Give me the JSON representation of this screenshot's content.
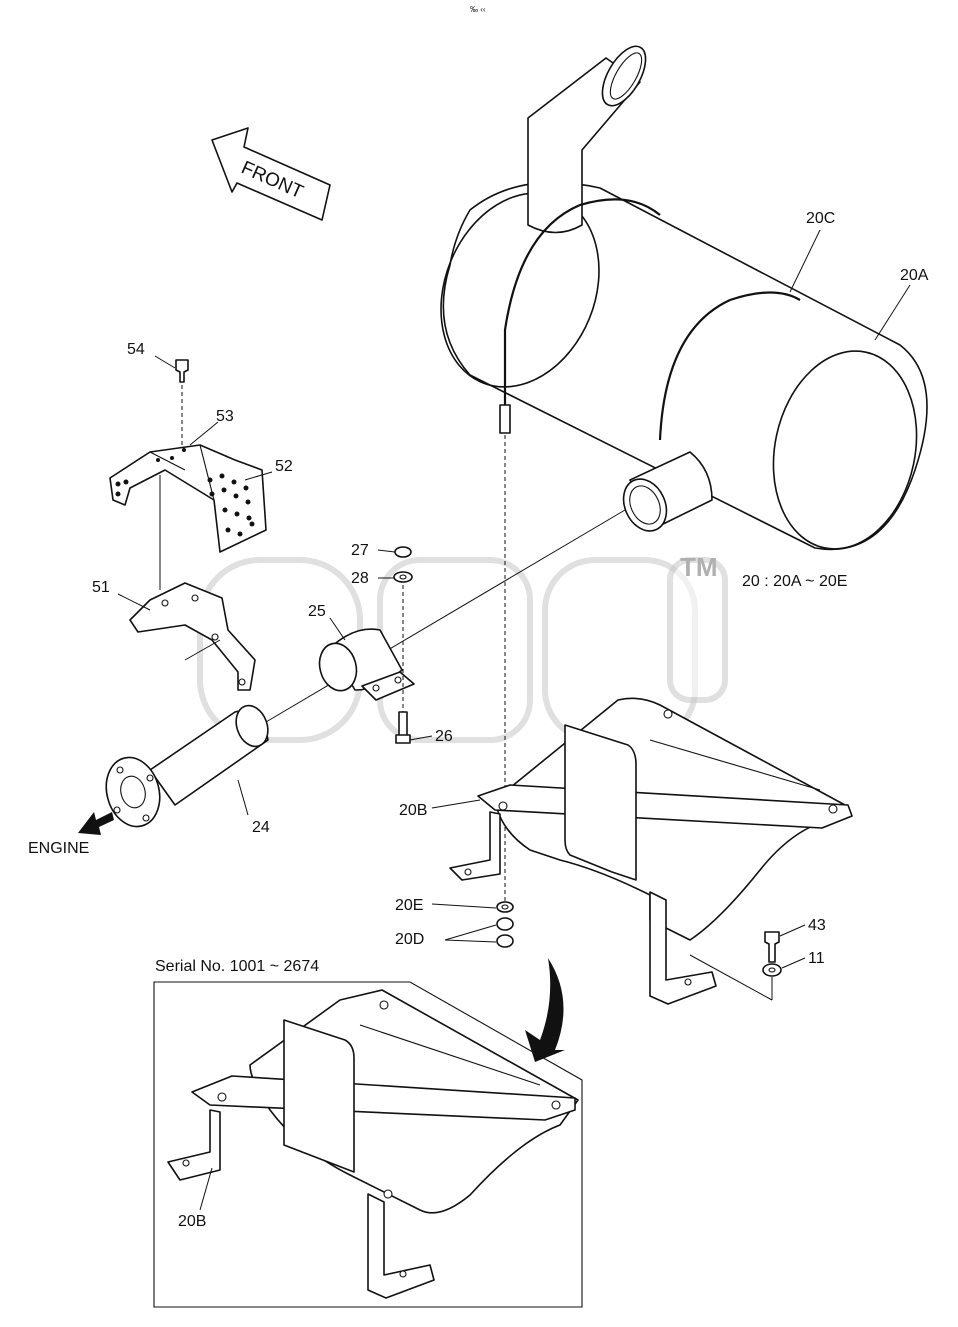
{
  "header": {
    "mark": "‰ ‹‹"
  },
  "direction": {
    "front_label": "FRONT",
    "engine_label": "ENGINE"
  },
  "watermark": {
    "brand": "amcp",
    "tm": "TM",
    "color": "#c8c8c8"
  },
  "note": {
    "group_range": "20 : 20A ~ 20E"
  },
  "inset": {
    "title": "Serial No. 1001 ~ 2674",
    "part_label": "20B"
  },
  "callouts": {
    "p20A": "20A",
    "p20B": "20B",
    "p20C": "20C",
    "p20D": "20D",
    "p20E": "20E",
    "p11": "11",
    "p24": "24",
    "p25": "25",
    "p26": "26",
    "p27": "27",
    "p28": "28",
    "p43": "43",
    "p51": "51",
    "p52": "52",
    "p53": "53",
    "p54": "54"
  },
  "colors": {
    "line": "#111111",
    "background": "#ffffff"
  }
}
